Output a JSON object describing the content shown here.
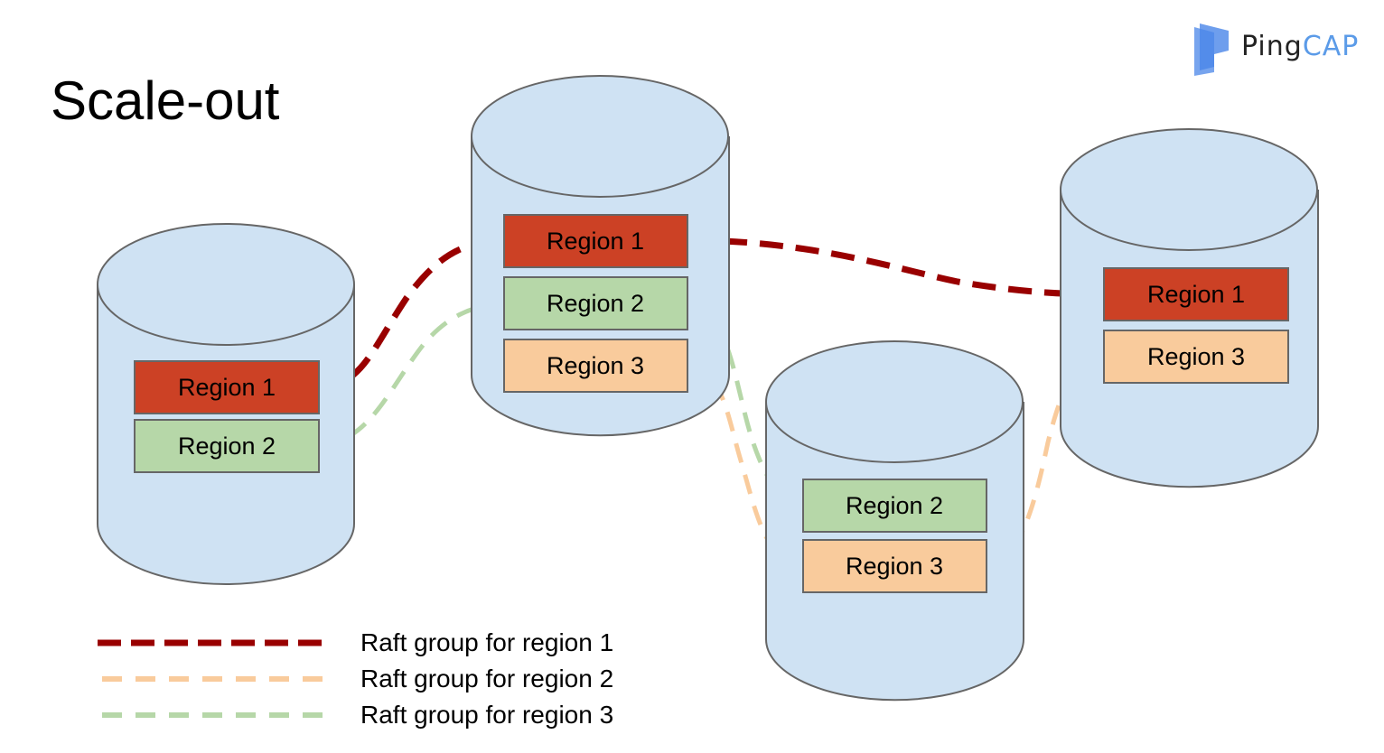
{
  "title": "Scale-out",
  "logo": {
    "part1": "Ping",
    "part2": "CAP",
    "icon": "pingcap-logo-icon"
  },
  "colors": {
    "cylinder_fill": "#cfe2f3",
    "cylinder_stroke": "#666666",
    "region1_fill": "#cc4125",
    "region2_fill": "#b6d7a8",
    "region3_fill": "#f9cb9c",
    "raft1_line": "#990000",
    "raft2_line": "#f9cb9c",
    "raft3_line": "#b6d7a8",
    "logo_blue": "#4a86e8",
    "logo_cap": "#5b9be8"
  },
  "nodes": [
    {
      "id": "node-1",
      "regions": [
        "Region 1",
        "Region 2"
      ]
    },
    {
      "id": "node-2",
      "regions": [
        "Region 1",
        "Region 2",
        "Region 3"
      ]
    },
    {
      "id": "node-3",
      "regions": [
        "Region 2",
        "Region 3"
      ]
    },
    {
      "id": "node-4",
      "regions": [
        "Region 1",
        "Region 3"
      ]
    }
  ],
  "legend": [
    {
      "label": "Raft group for region 1",
      "color": "#990000"
    },
    {
      "label": "Raft group for region 2",
      "color": "#f9cb9c"
    },
    {
      "label": "Raft group for region 3",
      "color": "#b6d7a8"
    }
  ]
}
